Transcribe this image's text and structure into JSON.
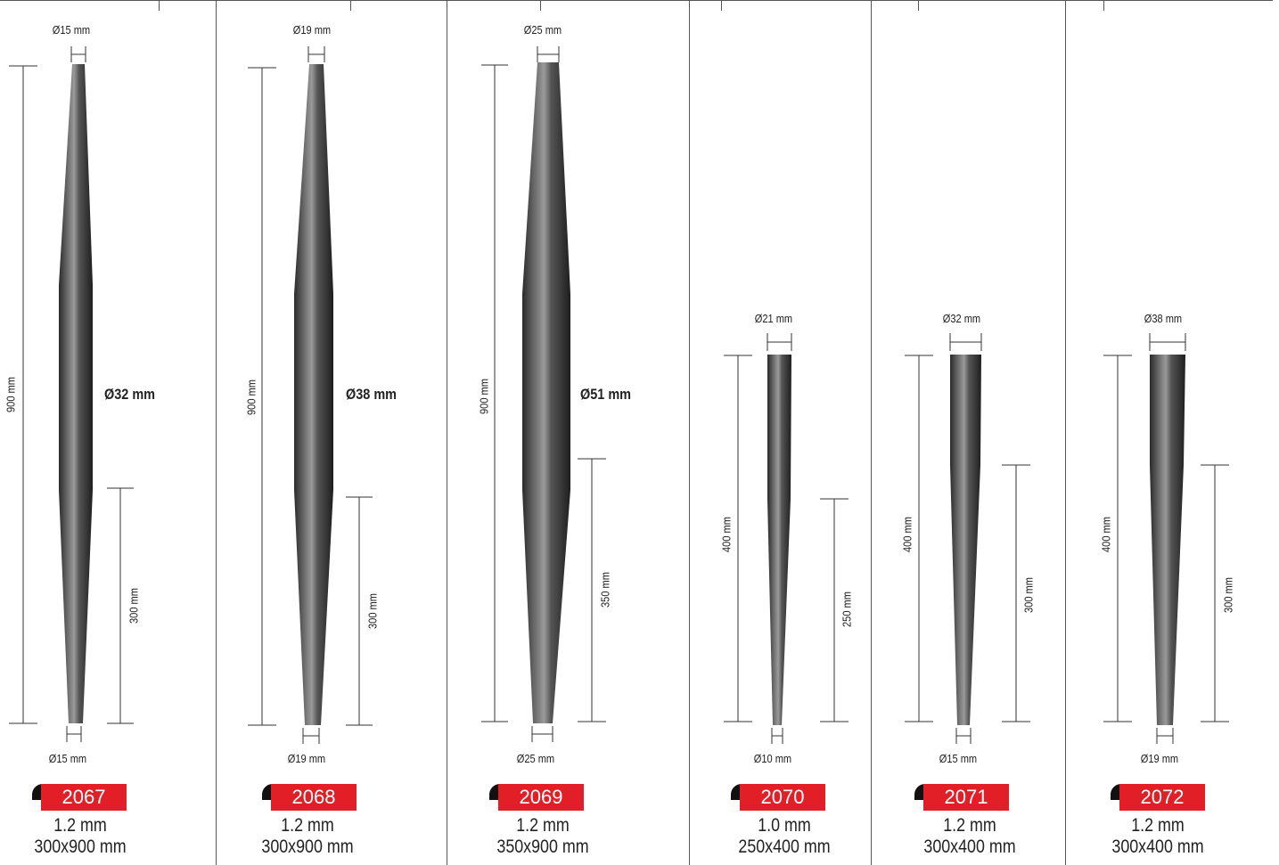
{
  "accent": "#e21e26",
  "pickets": [
    {
      "code": "2067",
      "thickness": "1.2 mm",
      "size": "300x900 mm",
      "top_dia": "Ø15 mm",
      "bottom_dia": "Ø15 mm",
      "mid_dia": "Ø32  mm",
      "height": "900 mm",
      "taper": "300 mm"
    },
    {
      "code": "2068",
      "thickness": "1.2 mm",
      "size": "300x900 mm",
      "top_dia": "Ø19 mm",
      "bottom_dia": "Ø19 mm",
      "mid_dia": "Ø38  mm",
      "height": "900 mm",
      "taper": "300 mm"
    },
    {
      "code": "2069",
      "thickness": "1.2 mm",
      "size": "350x900 mm",
      "top_dia": "Ø25 mm",
      "bottom_dia": "Ø25 mm",
      "mid_dia": "Ø51 mm",
      "height": "900 mm",
      "taper": "350 mm"
    },
    {
      "code": "2070",
      "thickness": "1.0 mm",
      "size": "250x400 mm",
      "top_dia": "Ø21 mm",
      "bottom_dia": "Ø10 mm",
      "height": "400 mm",
      "taper": "250 mm"
    },
    {
      "code": "2071",
      "thickness": "1.2 mm",
      "size": "300x400 mm",
      "top_dia": "Ø32 mm",
      "bottom_dia": "Ø15 mm",
      "height": "400 mm",
      "taper": "300 mm"
    },
    {
      "code": "2072",
      "thickness": "1.2 mm",
      "size": "300x400 mm",
      "top_dia": "Ø38 mm",
      "bottom_dia": "Ø19 mm",
      "height": "400 mm",
      "taper": "300 mm"
    }
  ]
}
